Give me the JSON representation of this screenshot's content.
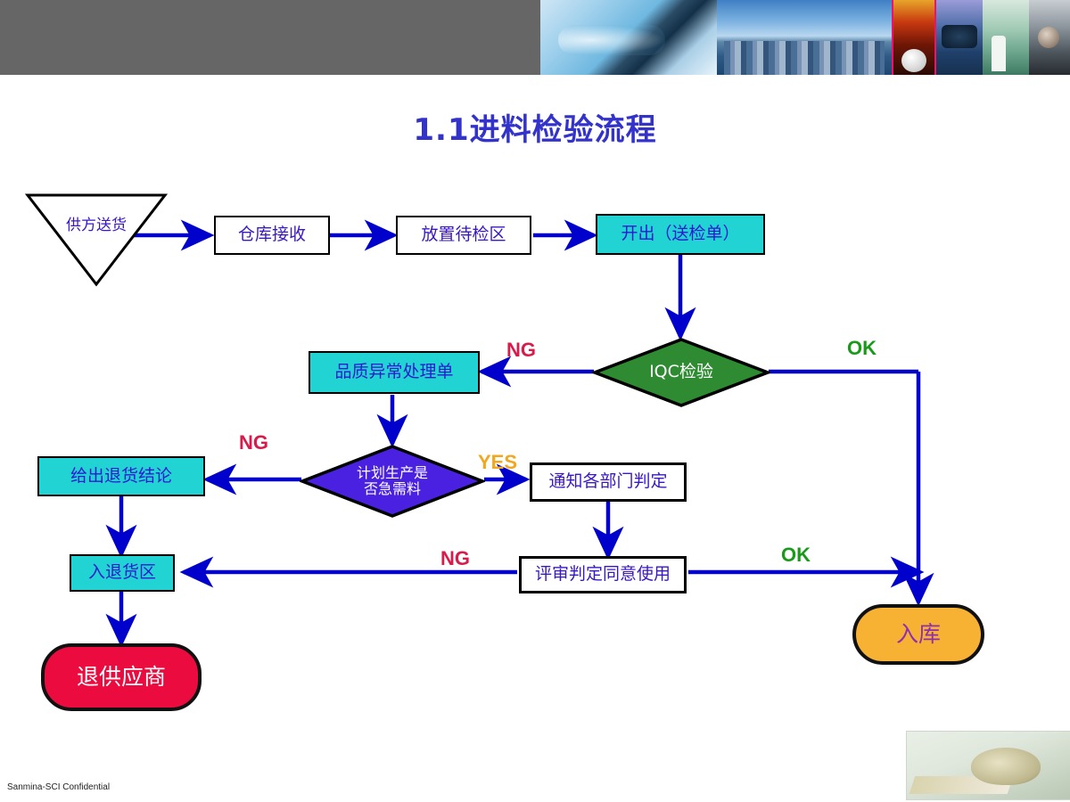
{
  "header": {
    "gray_bar_color": "#666666",
    "photos": [
      {
        "name": "handshake",
        "alt": "business handshake"
      },
      {
        "name": "city",
        "alt": "city skyline waterfront"
      },
      {
        "name": "industrial",
        "alt": "industrial furnace"
      },
      {
        "name": "aircraft",
        "alt": "military aircraft"
      },
      {
        "name": "lab",
        "alt": "laboratory workers"
      },
      {
        "name": "person",
        "alt": "person portrait"
      }
    ]
  },
  "title": "1.1进料检验流程",
  "colors": {
    "title": "#3333cc",
    "cyan_fill": "#22d3d3",
    "green_fill": "#2e8b31",
    "purple_fill": "#4a21e0",
    "red_fill": "#ec0b3e",
    "orange_fill": "#f7b233",
    "arrow": "#0000cc",
    "ng_label": "#d81b4a",
    "ok_label": "#1a9a1a",
    "yes_label": "#f0a81e"
  },
  "flow": {
    "nodes": [
      {
        "id": "supplier-delivery",
        "label": "供方送货",
        "shape": "triangle"
      },
      {
        "id": "warehouse-receive",
        "label": "仓库接收",
        "shape": "rect-white"
      },
      {
        "id": "pending-area",
        "label": "放置待检区",
        "shape": "rect-white"
      },
      {
        "id": "issue-inspection-form",
        "label": "开出（送检单）",
        "shape": "rect-cyan"
      },
      {
        "id": "iqc-inspection",
        "label": "IQC检验",
        "shape": "diamond-green"
      },
      {
        "id": "quality-abnormal-form",
        "label": "品质异常处理单",
        "shape": "rect-cyan"
      },
      {
        "id": "urgent-material-decision",
        "label_line1": "计划生产是",
        "label_line2": "否急需料",
        "shape": "diamond-purple"
      },
      {
        "id": "return-conclusion",
        "label": "给出退货结论",
        "shape": "rect-cyan"
      },
      {
        "id": "notify-departments",
        "label": "通知各部门判定",
        "shape": "rect-white"
      },
      {
        "id": "review-approve-use",
        "label": "评审判定同意使用",
        "shape": "rect-white"
      },
      {
        "id": "return-area",
        "label": "入退货区",
        "shape": "rect-cyan"
      },
      {
        "id": "return-to-supplier",
        "label": "退供应商",
        "shape": "terminal-red"
      },
      {
        "id": "stock-in",
        "label": "入库",
        "shape": "terminal-orange"
      }
    ],
    "edge_labels": [
      {
        "id": "ng-iqc-to-form",
        "text": "NG",
        "kind": "ng"
      },
      {
        "id": "ok-iqc-to-stock",
        "text": "OK",
        "kind": "ok"
      },
      {
        "id": "ng-urgent-to-conclusion",
        "text": "NG",
        "kind": "ng"
      },
      {
        "id": "yes-urgent-to-notify",
        "text": "YES",
        "kind": "yes"
      },
      {
        "id": "ng-review-to-return-area",
        "text": "NG",
        "kind": "ng"
      },
      {
        "id": "ok-review-to-stock",
        "text": "OK",
        "kind": "ok"
      }
    ]
  },
  "footer": {
    "confidential_text": "Sanmina-SCI Confidential",
    "photo_alt": "desk with documents"
  }
}
